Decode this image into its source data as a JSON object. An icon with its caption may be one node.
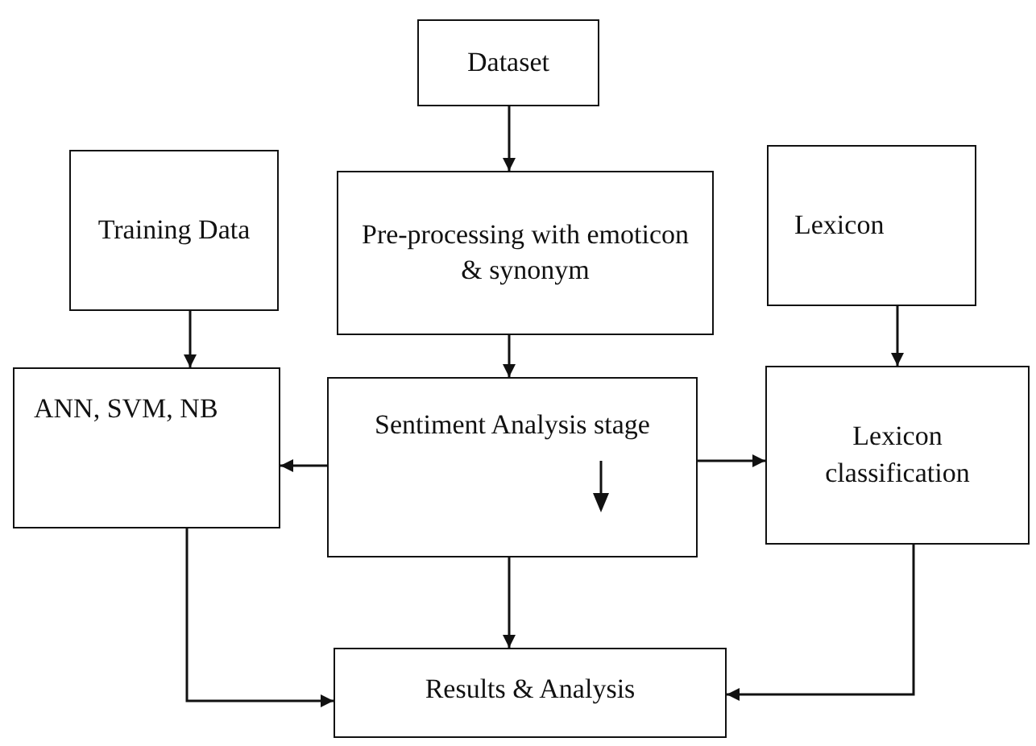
{
  "diagram": {
    "nodes": [
      {
        "text": [
          "Dataset"
        ]
      },
      {
        "text": [
          "Training Data"
        ]
      },
      {
        "text": [
          "Pre-processing with emoticon & synonym"
        ]
      },
      {
        "text": [
          "Lexicon"
        ]
      },
      {
        "text": [
          "ANN, SVM, NB"
        ]
      },
      {
        "text": [
          "Sentiment Analysis stage"
        ]
      },
      {
        "text": [
          "Lexicon classification"
        ]
      },
      {
        "text": [
          "Results & Analysis"
        ]
      }
    ],
    "edges": [
      {
        "from": 0,
        "to": 2,
        "arrow": "to"
      },
      {
        "from": 1,
        "to": 4,
        "arrow": "to"
      },
      {
        "from": 2,
        "to": 5,
        "arrow": "to"
      },
      {
        "from": 3,
        "to": 6,
        "arrow": "to"
      },
      {
        "from": 5,
        "to": 4,
        "arrow": "to"
      },
      {
        "from": 5,
        "to": 6,
        "arrow": "to"
      },
      {
        "from": 5,
        "to": 7,
        "arrow": "to"
      },
      {
        "from": 4,
        "to": 7,
        "arrow": "to"
      },
      {
        "from": 6,
        "to": 7,
        "arrow": "to"
      }
    ]
  }
}
